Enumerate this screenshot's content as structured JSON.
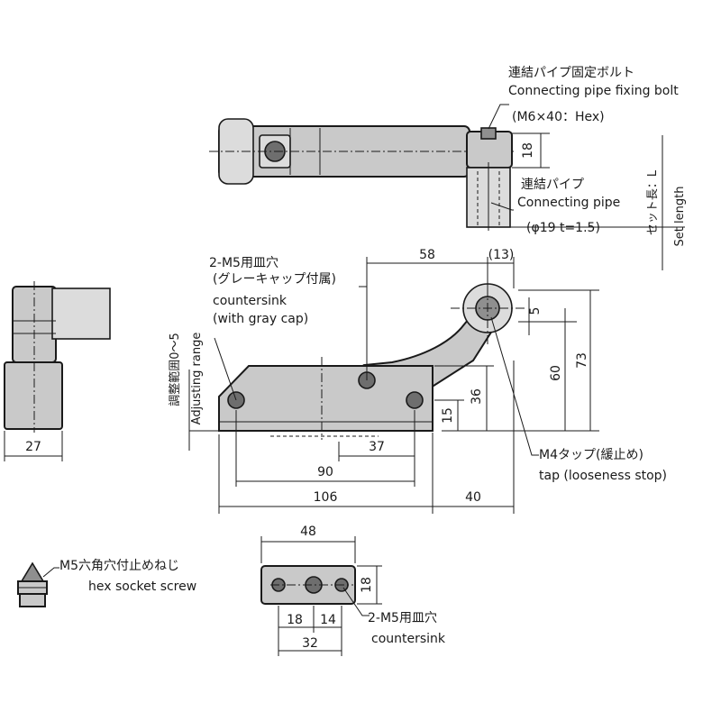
{
  "labels": {
    "bolt_jp": "連結パイプ固定ボルト",
    "bolt_en": "Connecting pipe fixing bolt",
    "bolt_spec": "(M6×40：Hex)",
    "pipe_jp": "連結パイプ",
    "pipe_en": "Connecting pipe",
    "pipe_spec": "(φ19 t=1.5)",
    "set_length_jp": "セット長：L",
    "set_length_en": "Set length",
    "countersink_gray_jp": "2-M5用皿穴",
    "gray_cap_jp": "(グレーキャップ付属)",
    "countersink_en": "countersink",
    "gray_cap_en": "(with gray cap)",
    "adjust_jp": "調整範囲0～5",
    "adjust_en": "Adjusting range",
    "tap_jp": "M4タップ(緩止め)",
    "tap_en": "tap (looseness stop)",
    "hex_screw_jp": "M5六角穴付止めねじ",
    "hex_screw_en": "hex socket screw",
    "countersink2_jp": "2-M5用皿穴",
    "countersink2_en": "countersink"
  },
  "dimensions": {
    "d18_top": "18",
    "d58": "58",
    "d13": "(13)",
    "d5": "5",
    "d73": "73",
    "d60": "60",
    "d36": "36",
    "d15": "15",
    "d37": "37",
    "d90": "90",
    "d106": "106",
    "d40": "40",
    "d27": "27",
    "d48": "48",
    "d18_plate": "18",
    "d18_holes": "18",
    "d14": "14",
    "d32": "32"
  }
}
